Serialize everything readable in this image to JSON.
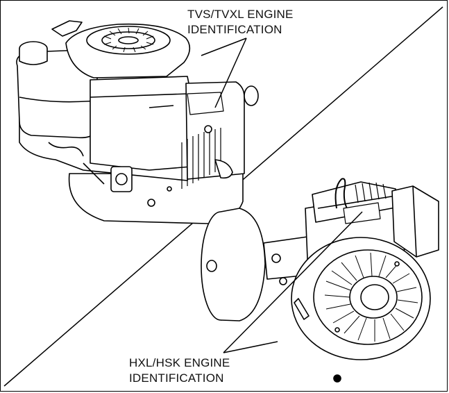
{
  "callouts": {
    "tvs": {
      "line1": "TVS/TVXL ENGINE",
      "line2": "IDENTIFICATION"
    },
    "hxl": {
      "line1": "HXL/HSK ENGINE",
      "line2": "IDENTIFICATION"
    }
  },
  "illustrations": {
    "top_left": "vertical-shaft-engine",
    "bottom_right": "horizontal-shaft-engine"
  },
  "colors": {
    "line": "#000000",
    "background": "#ffffff"
  }
}
